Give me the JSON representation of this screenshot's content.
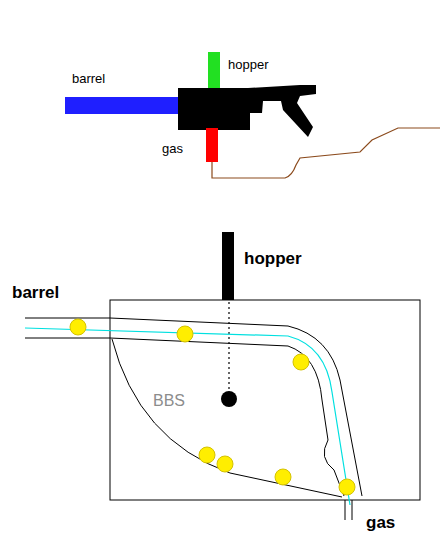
{
  "diagram": {
    "labels": [
      "hopper",
      "barrel",
      "gas",
      "hopper",
      "barrel",
      "BBS",
      "gas"
    ]
  }
}
